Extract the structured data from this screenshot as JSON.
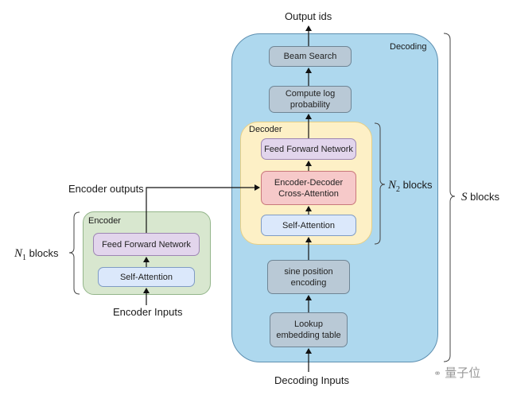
{
  "diagram": {
    "output_label": "Output ids",
    "decoding_input_label": "Decoding Inputs",
    "encoder_input_label": "Encoder Inputs",
    "encoder_output_label": "Encoder outputs",
    "decoding": {
      "title": "Decoding",
      "beam_search": "Beam Search",
      "compute_log_prob": "Compute log\nprobability",
      "sine_position": "sine position\nencoding",
      "lookup_embedding": "Lookup\nembedding table"
    },
    "decoder": {
      "title": "Decoder",
      "ffn": "Feed Forward Network",
      "cross_attention": "Encoder-Decoder\nCross-Attention",
      "self_attention": "Self-Attention"
    },
    "encoder": {
      "title": "Encoder",
      "ffn": "Feed Forward Network",
      "self_attention": "Self-Attention"
    },
    "braces": {
      "n1": {
        "symbol": "N",
        "sub": "1",
        "text": "blocks"
      },
      "n2": {
        "symbol": "N",
        "sub": "2",
        "text": "blocks"
      },
      "s": {
        "symbol": "S",
        "text": "blocks"
      }
    },
    "watermark": "量子位",
    "colors": {
      "decoding_bg": "#aed8ee",
      "decoder_bg": "#fdf0c6",
      "encoder_bg": "#d8e7cf",
      "grey_box": "#b9c9d6",
      "ffn_box": "#e2d5ec",
      "cross_attn_box": "#f6c9c9",
      "self_attn_box": "#dbe8fb"
    }
  }
}
